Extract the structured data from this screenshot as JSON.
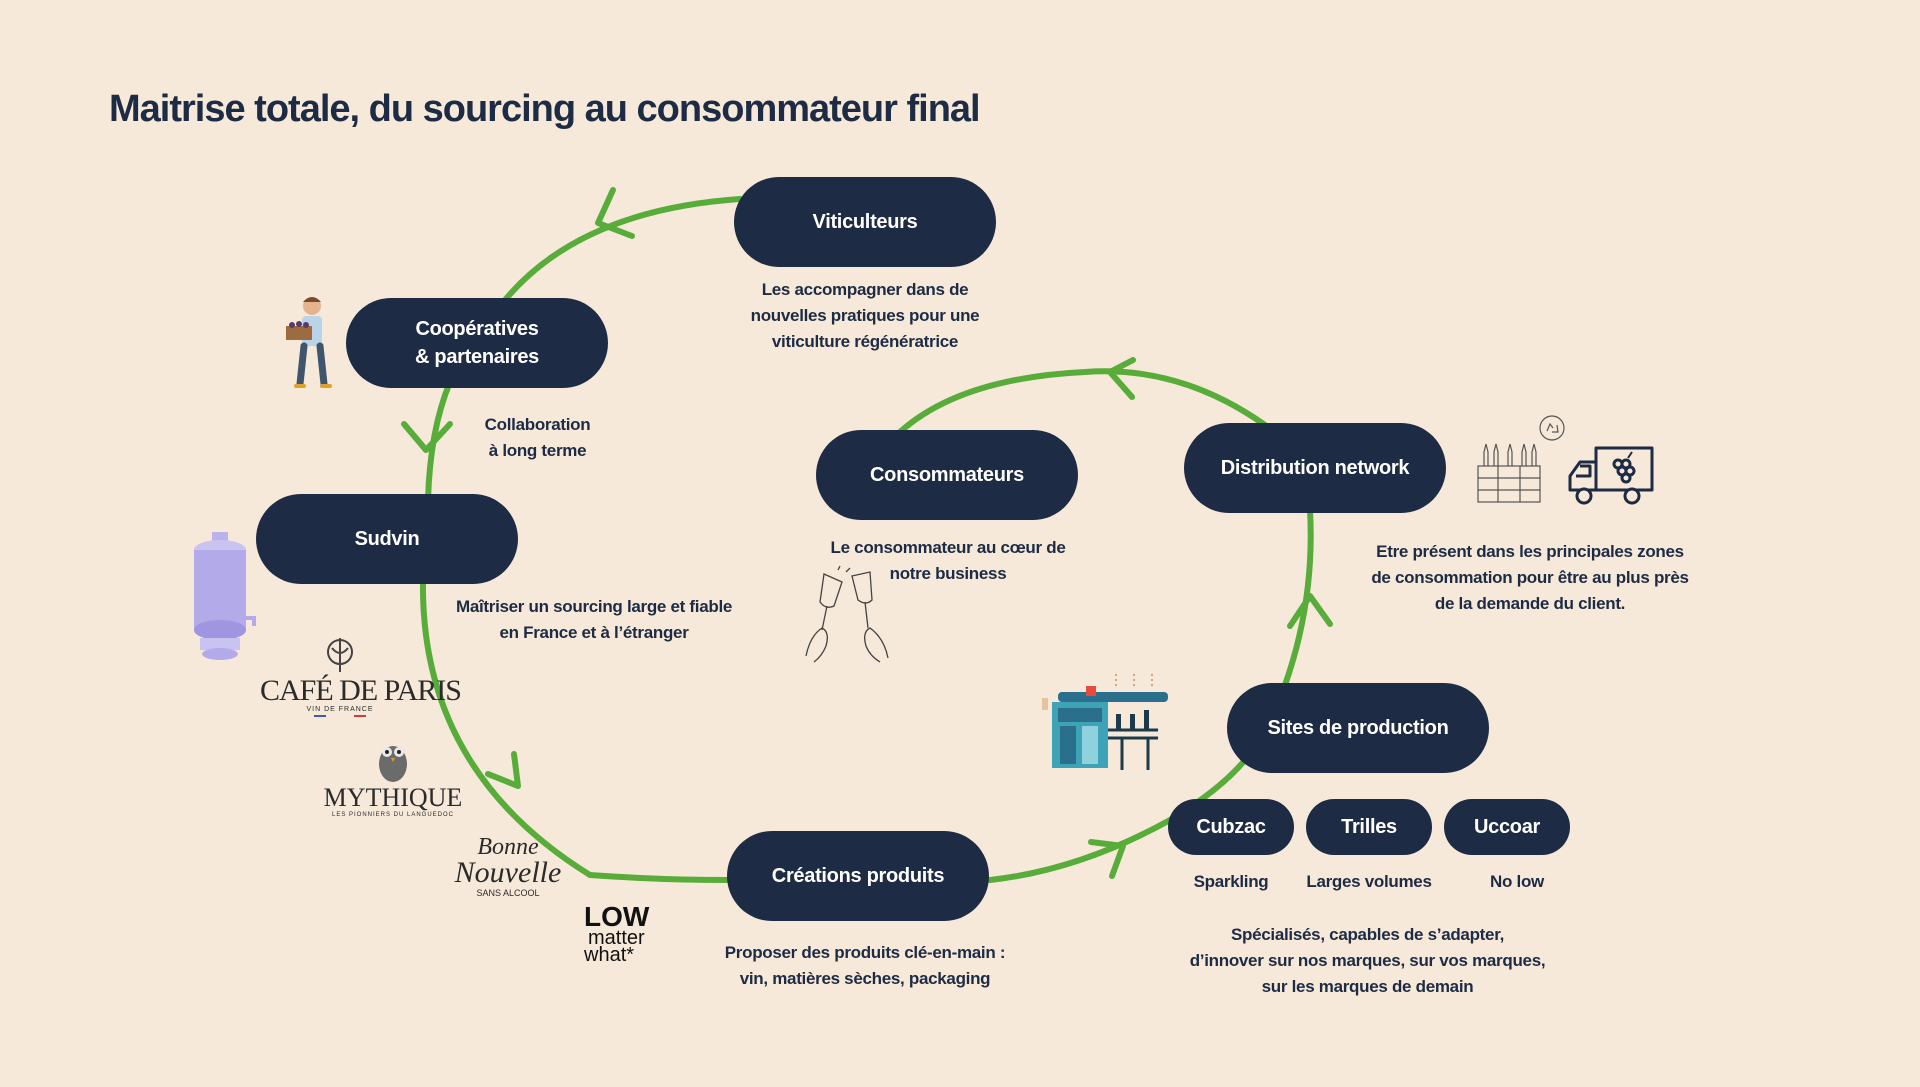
{
  "title": "Maitrise totale, du sourcing au consommateur final",
  "colors": {
    "accent_green": "#58ac3a",
    "navy": "#1d2b44",
    "background": "#f6e9d9"
  },
  "nodes": {
    "viticulteurs": "Viticulteurs",
    "cooperatives": "Coopératives\n& partenaires",
    "sudvin": "Sudvin",
    "creations": "Créations produits",
    "sites": "Sites de production",
    "distribution": "Distribution network",
    "consommateurs": "Consommateurs"
  },
  "sites": [
    {
      "name": "Cubzac",
      "desc": "Sparkling"
    },
    {
      "name": "Trilles",
      "desc": "Larges volumes"
    },
    {
      "name": "Uccoar",
      "desc": "No low"
    }
  ],
  "captions": {
    "viticulteurs": "Les accompagner dans de\nnouvelles pratiques pour une\nviticulture régénératrice",
    "cooperatives": "Collaboration\nà long terme",
    "sudvin": "Maîtriser un sourcing large et fiable\nen France et à l’étranger",
    "creations": "Proposer des produits clé-en-main :\nvin, matières sèches, packaging",
    "sites": "Spécialisés, capables de s’adapter,\nd’innover sur nos marques, sur vos marques,\nsur les marques de demain",
    "distribution": "Etre présent dans les principales zones\nde consommation pour être au plus près\nde la demande du client.",
    "consommateurs": "Le consommateur au cœur de\nnotre business"
  },
  "brands": {
    "cafe_de_paris": "CAFÉ DE PARIS",
    "cafe_de_paris_sub": "VIN DE FRANCE",
    "mythique": "MYTHIQUE",
    "mythique_sub": "LES PIONNIERS DU LANGUEDOC",
    "bonne_nouvelle_1": "Bonne",
    "bonne_nouvelle_2": "Nouvelle",
    "bonne_nouvelle_sub": "SANS ALCOOL",
    "low_1": "LOW",
    "low_2": "matter",
    "low_3": "what*"
  },
  "icons": [
    "farmer-icon",
    "wine-tank-icon",
    "owl-icon",
    "toasting-glasses-icon",
    "factory-icon",
    "wine-crates-icon",
    "recycle-icon",
    "delivery-truck-icon",
    "arrow-head-icon"
  ]
}
